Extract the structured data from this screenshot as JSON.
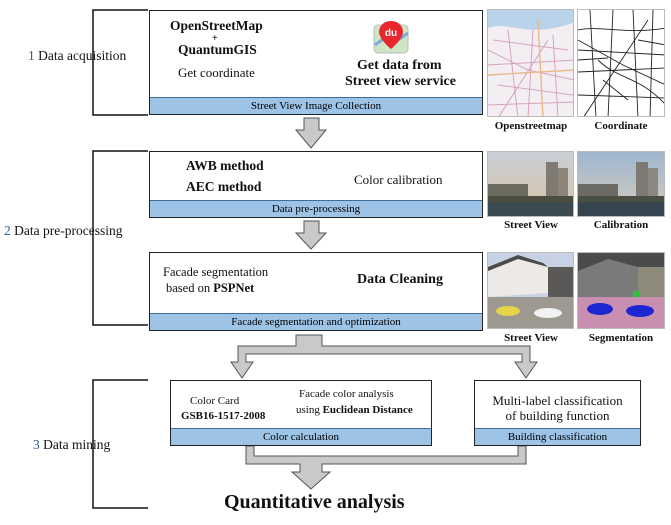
{
  "stages": [
    {
      "num": "1",
      "label": "Data acquisition"
    },
    {
      "num": "2",
      "label": "Data pre-processing"
    },
    {
      "num": "3",
      "label": "Data mining"
    }
  ],
  "box1": {
    "src_line1": "OpenStreetMap",
    "src_plus": "+",
    "src_line2": "QuantumGIS",
    "src_line3": "Get coordinate",
    "logo_text": "du",
    "dst_line1": "Get data from",
    "dst_line2": "Street view service",
    "bar": "Street View Image Collection",
    "cap_left": "Openstreetmap",
    "cap_right": "Coordinate"
  },
  "box2": {
    "line1": "AWB method",
    "line2": "AEC method",
    "dst": "Color calibration",
    "bar": "Data pre-processing",
    "cap_left": "Street View",
    "cap_right": "Calibration"
  },
  "box3": {
    "line1": "Facade segmentation",
    "line2_prefix": "based on ",
    "line2_bold": "PSPNet",
    "dst": "Data Cleaning",
    "bar": "Facade segmentation and optimization",
    "cap_left": "Street View",
    "cap_right": "Segmentation"
  },
  "box4": {
    "line1": "Color Card",
    "line2": "GSB16-1517-2008",
    "dst_line1": "Facade color analysis",
    "dst_line2_prefix": "using ",
    "dst_line2_bold": "Euclidean Distance",
    "bar": "Color calculation"
  },
  "box5": {
    "line1": "Multi-label classification",
    "line2": "of building function",
    "bar": "Building classification"
  },
  "result": "Quantitative analysis",
  "colors": {
    "bar": "#9dc3e6",
    "arrow_fill": "#c9c9c9",
    "arrow_stroke": "#555555",
    "stage_num": "#2f5f9e",
    "logo_red": "#e8262b"
  }
}
